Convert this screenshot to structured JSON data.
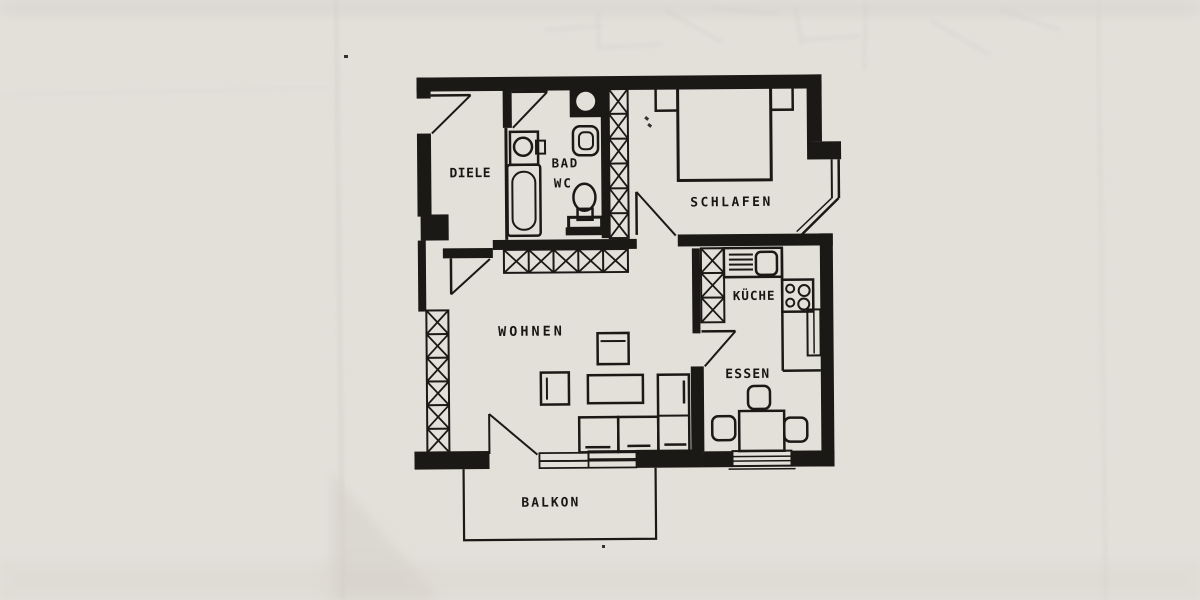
{
  "image": {
    "kind": "scanned apartment floor plan drawing",
    "style": "black ink on creased photocopied paper"
  },
  "colors": {
    "paper": "#e3e0da",
    "ink": "#1b1916",
    "faint_crease": "#cfccc5"
  },
  "rooms": {
    "diele": {
      "label": "DIELE"
    },
    "bad": {
      "label": "BAD"
    },
    "wc": {
      "label": "WC"
    },
    "schlafen": {
      "label": "SCHLAFEN"
    },
    "wohnen": {
      "label": "WOHNEN"
    },
    "kueche": {
      "label": "KÜCHE"
    },
    "essen": {
      "label": "ESSEN"
    },
    "balkon": {
      "label": "BALKON"
    }
  },
  "fixtures": {
    "names": [
      "entrance-door",
      "bathroom-door",
      "washing-machine",
      "bathtub",
      "washbasin",
      "toilet",
      "plumbing-shaft",
      "wardrobe-closet",
      "bed",
      "nightstands",
      "kitchen-sink",
      "stove",
      "refrigerator",
      "dining-table",
      "dining-chairs",
      "sofa",
      "coffee-table",
      "armchairs",
      "balcony-sliding-door",
      "essen-window",
      "balcony"
    ]
  }
}
